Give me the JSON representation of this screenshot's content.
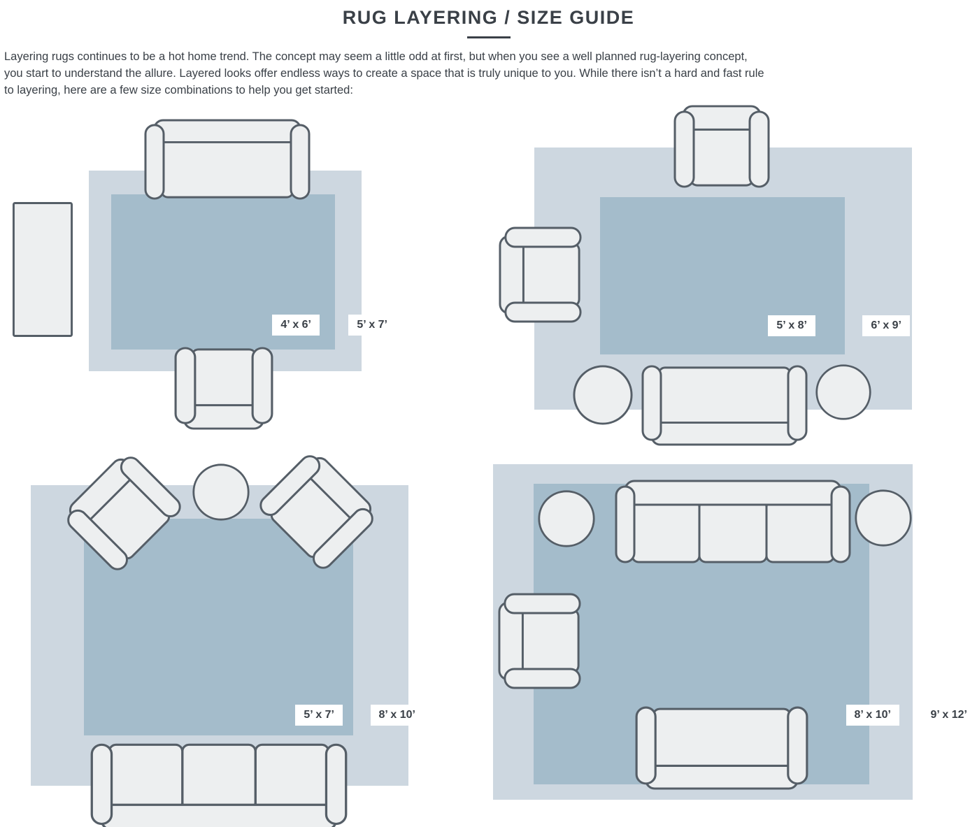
{
  "page": {
    "title": "RUG LAYERING / SIZE GUIDE",
    "intro_lines": {
      "0": "Layering rugs continues to be a hot home trend. The concept may seem a little odd at first, but when you see a well planned rug-layering concept,",
      "1": "you start to understand the allure. Layered looks offer endless ways to create a space that is truly unique to you. While there isn’t a hard and fast rule",
      "2": "to layering, here are a few size combinations to help you get started:"
    }
  },
  "panels": [
    {
      "name": "top-left",
      "inner_size": "4’ x 6’",
      "outer_size": "5’ x 7’"
    },
    {
      "name": "top-right",
      "inner_size": "5’ x 8’",
      "outer_size": "6’ x 9’"
    },
    {
      "name": "bottom-left",
      "inner_size": "5’ x 7’",
      "outer_size": "8’ x 10’"
    },
    {
      "name": "bottom-right",
      "inner_size": "8’ x 10’",
      "outer_size": "9’ x 12’"
    }
  ],
  "colors": {
    "outer_rug": "#cdd7e0",
    "inner_rug": "#a4bccb",
    "furniture_fill": "#edeff0",
    "furniture_stroke": "#555e67",
    "text": "#3a4047",
    "label_bg": "#ffffff"
  }
}
